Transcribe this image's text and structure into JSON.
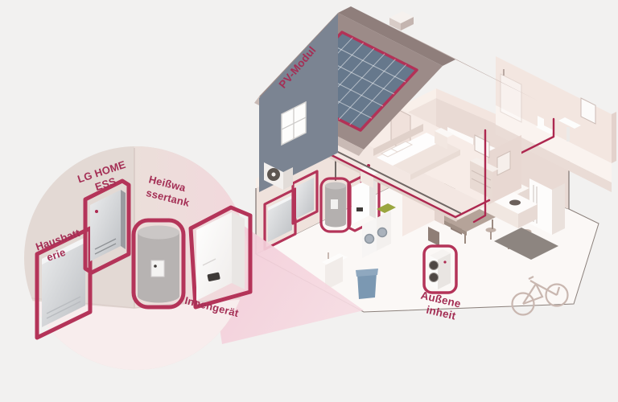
{
  "illustration": {
    "labels": {
      "pv_module": "PV-Modul",
      "home_ess": [
        "LG HOME",
        "ESS"
      ],
      "home_battery": [
        "Hausbatt",
        "erie"
      ],
      "hot_water_tank": [
        "Heißwa",
        "ssertank"
      ],
      "indoor_unit": "Innengerät",
      "outdoor_unit": [
        "Außene",
        "inheit"
      ]
    },
    "colors": {
      "background": "#f2f1f0",
      "label_text": "#a42f55",
      "highlight_outline": "#b43459",
      "pipe_red": "#ad2850",
      "roof": "#9c8b88",
      "pv_panel": "#66788c",
      "exterior_wall": "#7b8492",
      "beam_pink": "#f4cedb"
    }
  }
}
